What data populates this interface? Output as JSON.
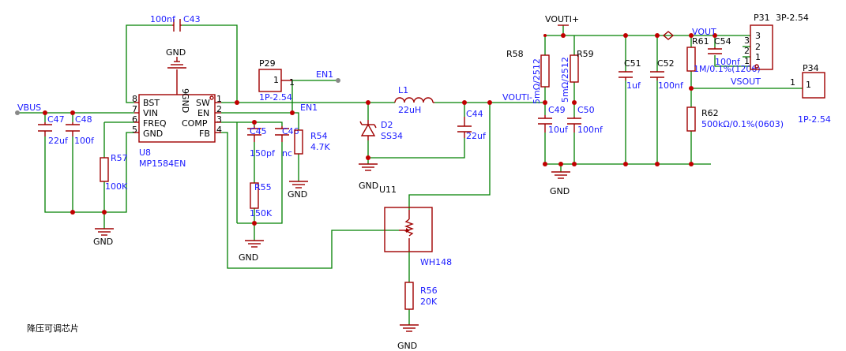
{
  "u8": {
    "ref": "U8",
    "part": "MP1584EN",
    "pins_left": [
      "BST",
      "VIN",
      "FREQ",
      "GND"
    ],
    "pins_right": [
      "SW",
      "EN",
      "COMP",
      "FB"
    ],
    "pin_nums_left": [
      "8",
      "7",
      "6",
      "5"
    ],
    "pin_nums_right": [
      "1",
      "2",
      "3",
      "4"
    ],
    "gnd_pin": "GND",
    "gnd_pin_num": "9"
  },
  "c43": {
    "ref": "C43",
    "value": "100nf"
  },
  "c47": {
    "ref": "C47",
    "value": "22uf"
  },
  "c48": {
    "ref": "C48",
    "value": "100f"
  },
  "r57": {
    "ref": "R57",
    "value": "100K"
  },
  "c45": {
    "ref": "C45",
    "value": "150pf"
  },
  "c46": {
    "ref": "C46",
    "value": "nc"
  },
  "r54": {
    "ref": "R54",
    "value": "4.7K"
  },
  "r55": {
    "ref": "R55",
    "value": "150K"
  },
  "p29": {
    "ref": "P29",
    "pin": "1",
    "pinnum": "1",
    "footprint": "1P-2.54",
    "net": "EN1"
  },
  "en1_net": "EN1",
  "l1": {
    "ref": "L1",
    "value": "22uH"
  },
  "d2": {
    "ref": "D2",
    "part": "SS34"
  },
  "c44": {
    "ref": "C44",
    "value": "22uf"
  },
  "u11": {
    "ref": "U11",
    "part": "WH148"
  },
  "r56": {
    "ref": "R56",
    "value": "20K"
  },
  "vbus": "VBUS",
  "gnd": "GND",
  "vouti_minus": "VOUTI-",
  "vouti_plus": "VOUTI+",
  "r58": {
    "ref": "R58",
    "value": "5mΩ/2512"
  },
  "r59": {
    "ref": "R59",
    "value": "5mΩ/2512"
  },
  "c49": {
    "ref": "C49",
    "value": "10uf"
  },
  "c50": {
    "ref": "C50",
    "value": "100nf"
  },
  "c51": {
    "ref": "C51",
    "value": "1uf"
  },
  "c52": {
    "ref": "C52",
    "value": "100nf"
  },
  "r61": {
    "ref": "R61",
    "value": "1M/0.1%(1206)"
  },
  "c54": {
    "ref": "C54",
    "value": "100nf"
  },
  "r62": {
    "ref": "R62",
    "value": "500kΩ/0.1%(0603)"
  },
  "vout": "VOUT",
  "vsout": "VSOUT",
  "p31": {
    "ref": "P31",
    "footprint": "3P-2.54",
    "pins": [
      "3",
      "2",
      "1"
    ],
    "pinnums": [
      "3",
      "2",
      "1"
    ]
  },
  "p34": {
    "ref": "P34",
    "pin": "1",
    "pinnum": "1",
    "footprint": "1P-2.54"
  },
  "caption": "降压可调芯片"
}
